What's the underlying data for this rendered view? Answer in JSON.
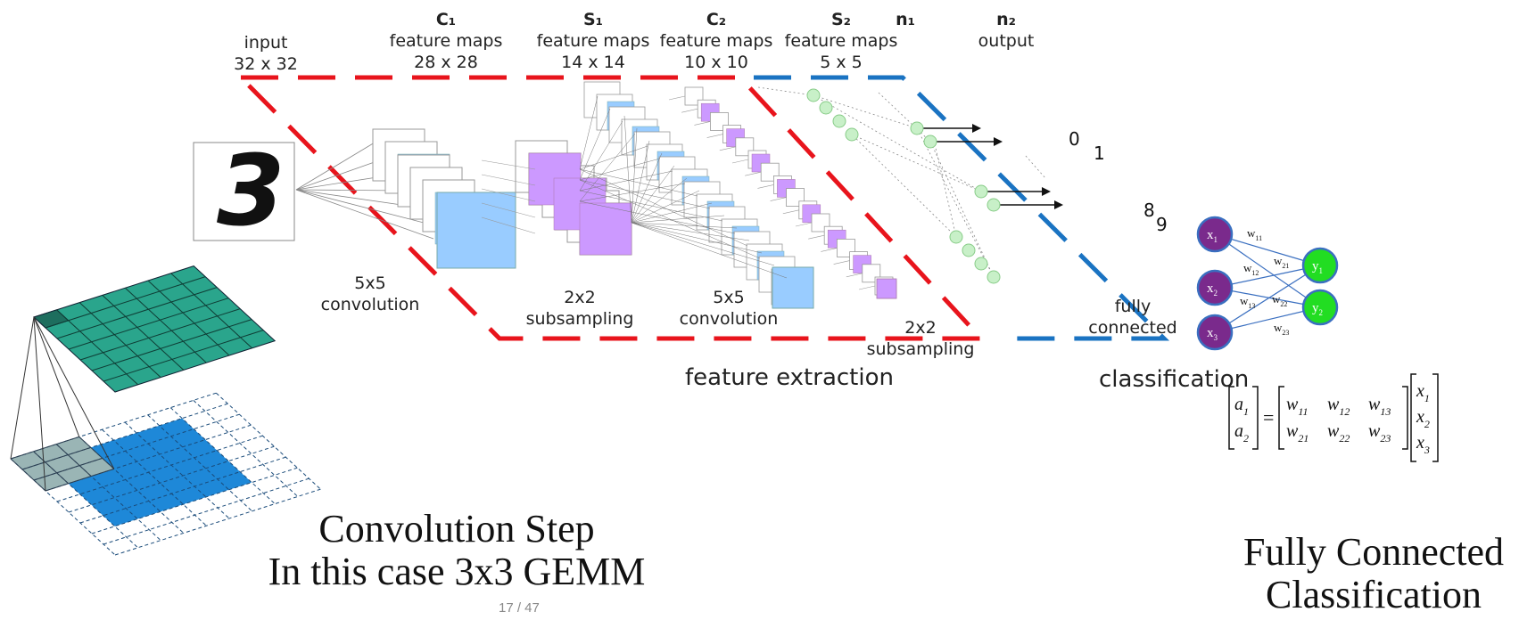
{
  "cnn": {
    "input": {
      "title": "input",
      "size": "32 x 32"
    },
    "c1": {
      "head": "C₁",
      "title": "feature maps",
      "size": "28 x 28"
    },
    "s1": {
      "head": "S₁",
      "title": "feature maps",
      "size": "14 x 14"
    },
    "c2": {
      "head": "C₂",
      "title": "feature maps",
      "size": "10 x 10"
    },
    "s2": {
      "head": "S₂",
      "title": "feature maps",
      "size": "5 x 5"
    },
    "n1": {
      "head": "n₁"
    },
    "n2": {
      "head": "n₂",
      "title": "output"
    },
    "ops": {
      "conv1_line1": "5x5",
      "conv1_line2": "convolution",
      "sub1_line1": "2x2",
      "sub1_line2": "subsampling",
      "conv2_line1": "5x5",
      "conv2_line2": "convolution",
      "sub2_line1": "2x2",
      "sub2_line2": "subsampling",
      "fc_line1": "fully",
      "fc_line2": "connected"
    },
    "digit": "3",
    "outputs": [
      "0",
      "1",
      "8",
      "9"
    ],
    "sections": {
      "extraction": "feature extraction",
      "classification": "classification"
    },
    "colors": {
      "extraction_border": "#e8141c",
      "classification_border": "#1a73c2",
      "map_blue": "#99ccff",
      "map_purple": "#cc99ff",
      "neuron": "#c8f0c8"
    }
  },
  "fc_example": {
    "inputs": [
      "x",
      "x",
      "x"
    ],
    "input_subs": [
      "1",
      "2",
      "3"
    ],
    "outputs": [
      "y",
      "y"
    ],
    "output_subs": [
      "1",
      "2"
    ],
    "weights": [
      {
        "w": "w",
        "s": "11"
      },
      {
        "w": "w",
        "s": "21"
      },
      {
        "w": "w",
        "s": "12"
      },
      {
        "w": "w",
        "s": "22"
      },
      {
        "w": "w",
        "s": "13"
      },
      {
        "w": "w",
        "s": "23"
      }
    ],
    "colors": {
      "input_node": "#7a2a8c",
      "output_node": "#22dd22"
    }
  },
  "equation": {
    "lhs": [
      [
        "a",
        "1"
      ],
      [
        "a",
        "2"
      ]
    ],
    "matrix": [
      [
        [
          "w",
          "11"
        ],
        [
          "w",
          "12"
        ],
        [
          "w",
          "13"
        ]
      ],
      [
        [
          "w",
          "21"
        ],
        [
          "w",
          "22"
        ],
        [
          "w",
          "23"
        ]
      ]
    ],
    "vec": [
      [
        "x",
        "1"
      ],
      [
        "x",
        "2"
      ],
      [
        "x",
        "3"
      ]
    ],
    "equals": "="
  },
  "captions": {
    "conv_line1": "Convolution Step",
    "conv_line2": "In this case 3x3 GEMM",
    "fc_line1": "Fully Connected",
    "fc_line2": "Classification"
  },
  "page_number": "17 / 47",
  "colors": {
    "grid_top": "#2aa58c",
    "grid_bottom": "#1e88d8",
    "grid_patch": "#9ab5b5"
  }
}
